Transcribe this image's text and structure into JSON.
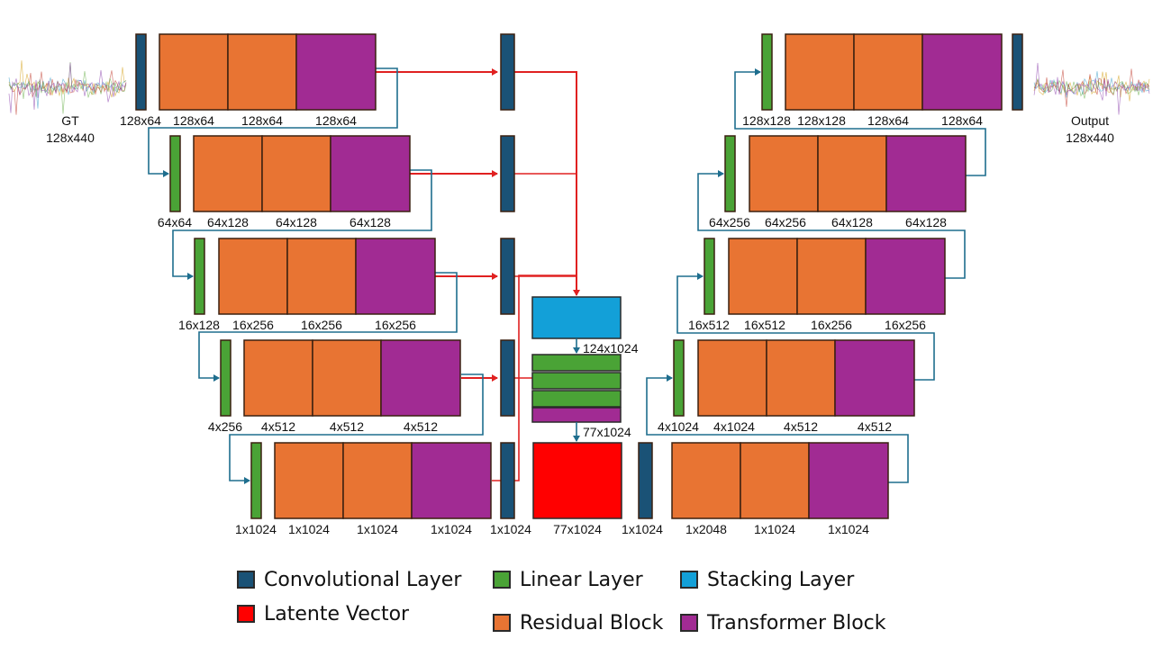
{
  "colors": {
    "conv": "#1a5276",
    "linear": "#4aa336",
    "stacking": "#13a0d8",
    "latent": "#ff0000",
    "residual": "#e87433",
    "transformer": "#a12b93",
    "skip": "#e02020",
    "conn": "#1e6e8e"
  },
  "encoder_rows": [
    {
      "first_label": "128x64",
      "res1": "128x64",
      "res2": "128x64",
      "trans": "128x64"
    },
    {
      "first_label": "64x64",
      "res1": "64x128",
      "res2": "64x128",
      "trans": "64x128"
    },
    {
      "first_label": "16x128",
      "res1": "16x256",
      "res2": "16x256",
      "trans": "16x256"
    },
    {
      "first_label": "4x256",
      "res1": "4x512",
      "res2": "4x512",
      "trans": "4x512"
    },
    {
      "first_label": "1x1024",
      "res1": "1x1024",
      "res2": "1x1024",
      "trans": "1x1024"
    }
  ],
  "decoder_rows": [
    {
      "first_label": "128x128",
      "res1": "128x128",
      "res2": "128x64",
      "trans": "128x64"
    },
    {
      "first_label": "64x256",
      "res1": "64x256",
      "res2": "64x128",
      "trans": "64x128"
    },
    {
      "first_label": "16x512",
      "res1": "16x512",
      "res2": "16x256",
      "trans": "16x256"
    },
    {
      "first_label": "4x1024",
      "res1": "4x1024",
      "res2": "4x512",
      "trans": "4x512"
    },
    {
      "first_label": "1x2048",
      "res1": "1x2048",
      "res2": "1x1024",
      "trans": "1x1024"
    }
  ],
  "center": {
    "bottleneck_label": "1x1024",
    "stacking_label": "124x1024",
    "combined_label": "77x1024",
    "latent_label": "77x1024",
    "decoder_conv_label": "1x1024"
  },
  "input": {
    "name": "GT",
    "size": "128x440"
  },
  "output": {
    "name": "Output",
    "size": "128x440"
  },
  "legend": {
    "conv": "Convolutional Layer",
    "linear": "Linear Layer",
    "stacking": "Stacking Layer",
    "latent": "Latente Vector",
    "residual": "Residual Block",
    "transformer": "Transformer Block"
  }
}
